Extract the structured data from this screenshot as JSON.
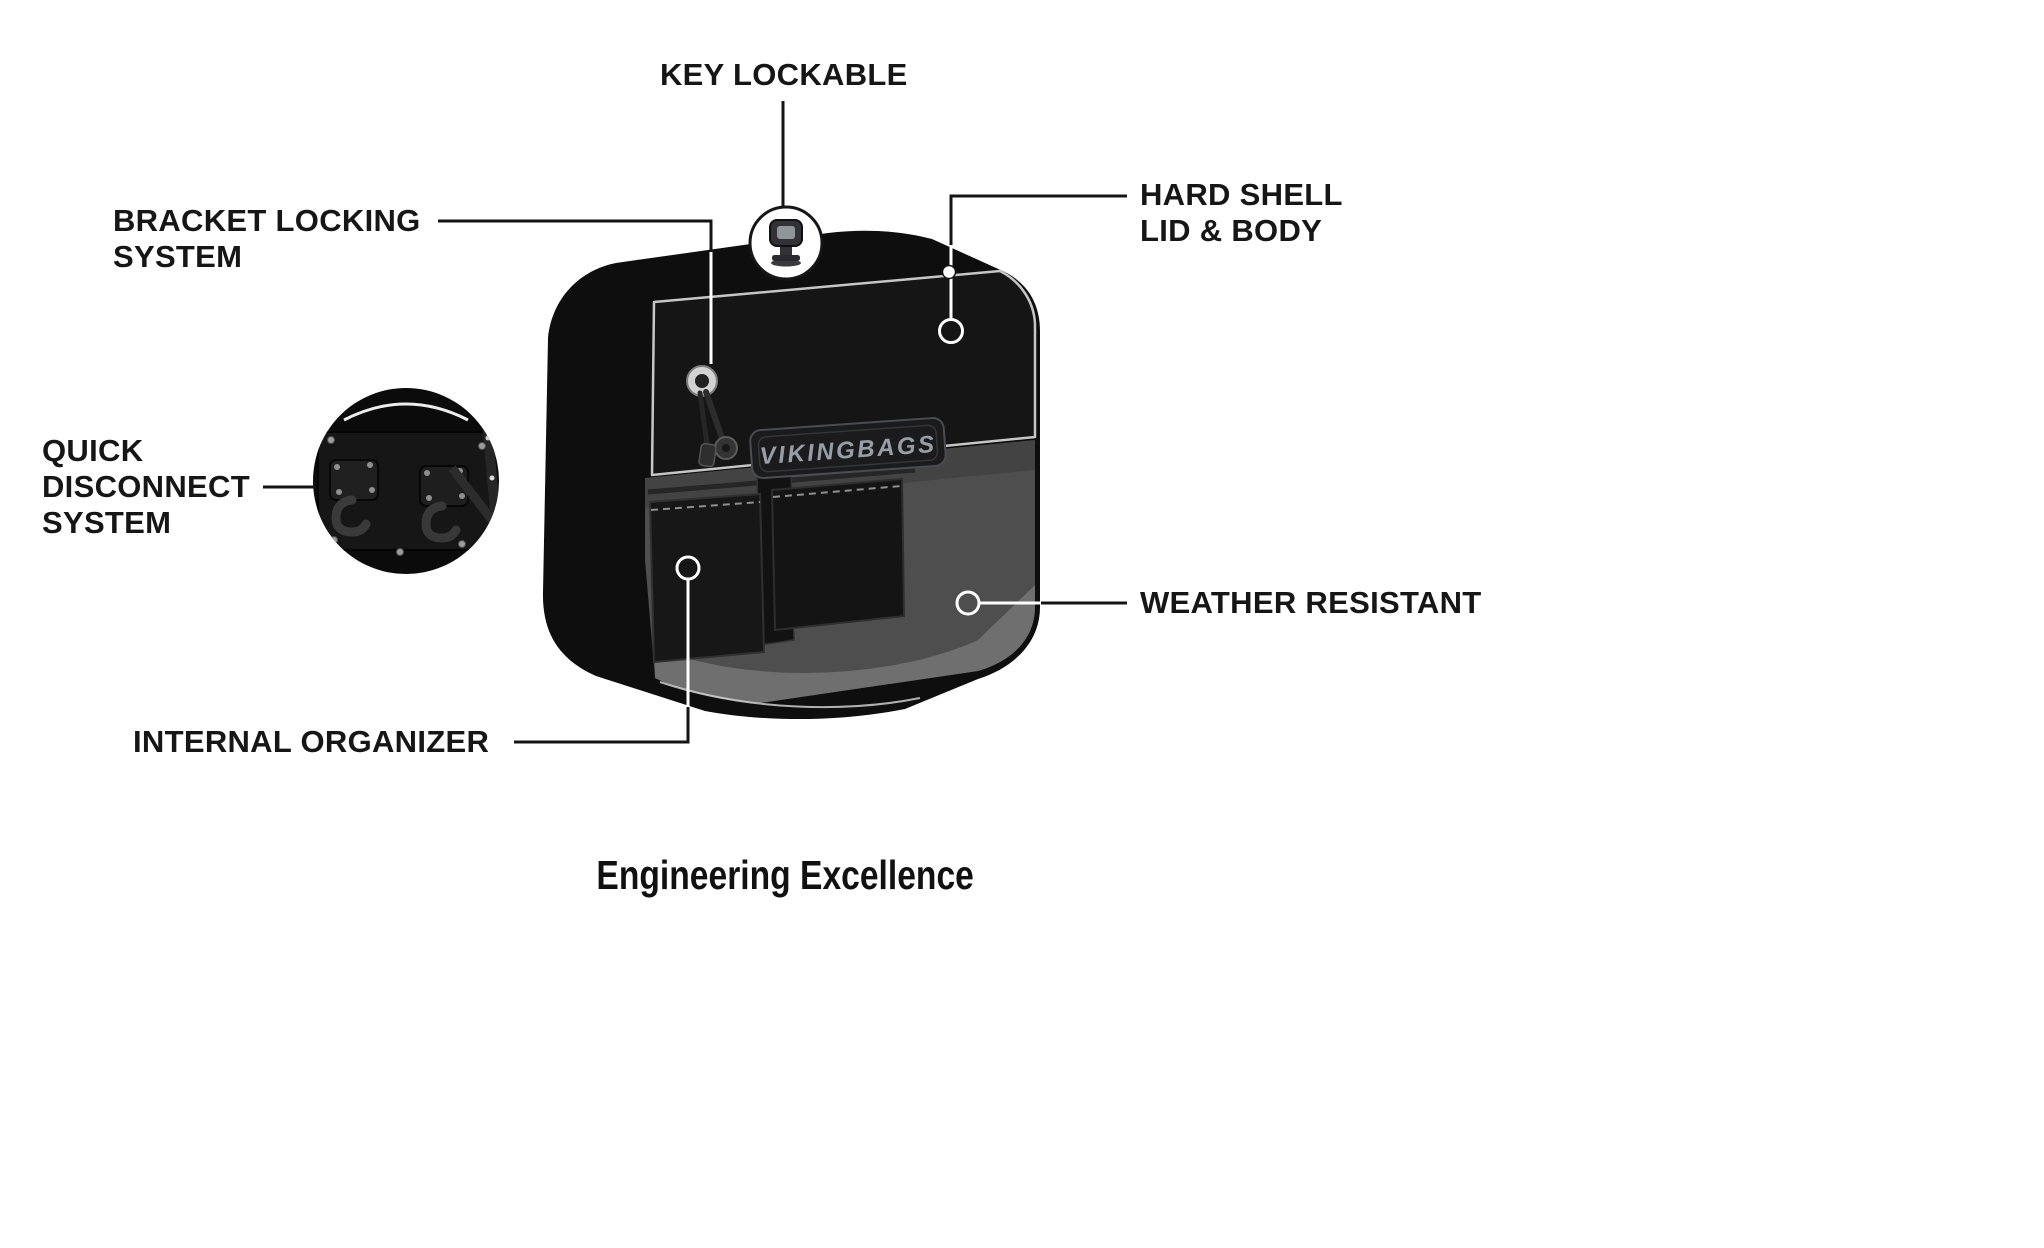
{
  "callouts": {
    "key_lockable": "KEY LOCKABLE",
    "bracket_locking_system": "BRACKET LOCKING\nSYSTEM",
    "hard_shell_lid_body": "HARD SHELL\nLID & BODY",
    "quick_disconnect_system": "QUICK\nDISCONNECT\nSYSTEM",
    "weather_resistant": "WEATHER RESISTANT",
    "internal_organizer": "INTERNAL ORGANIZER"
  },
  "product": {
    "badge_text": "VIKINGBAGS"
  },
  "footer": {
    "title": "Engineering Excellence"
  },
  "colors": {
    "background": "#ffffff",
    "text": "#161616",
    "connector_line": "#141414",
    "bag_shell": "#0e0e0e",
    "bag_interior": "#4e4e4e",
    "badge_text_color": "#989ea5"
  }
}
